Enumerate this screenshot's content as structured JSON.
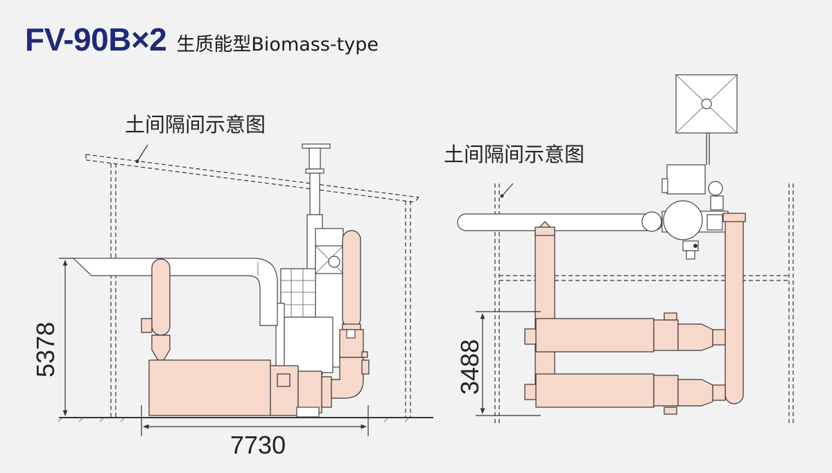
{
  "title": {
    "model": "FV-90B×2",
    "subtitle": "生质能型Biomass-type"
  },
  "left_view": {
    "partition_label": "土间隔间示意图",
    "height_dim": "5378",
    "width_dim": "7730"
  },
  "right_view": {
    "partition_label": "土间隔间示意图",
    "height_dim": "3488"
  },
  "colors": {
    "title_blue": "#1f2a78",
    "equipment_fill": "#f7d9cc",
    "line": "#333333",
    "background": "#f2f2f2"
  }
}
